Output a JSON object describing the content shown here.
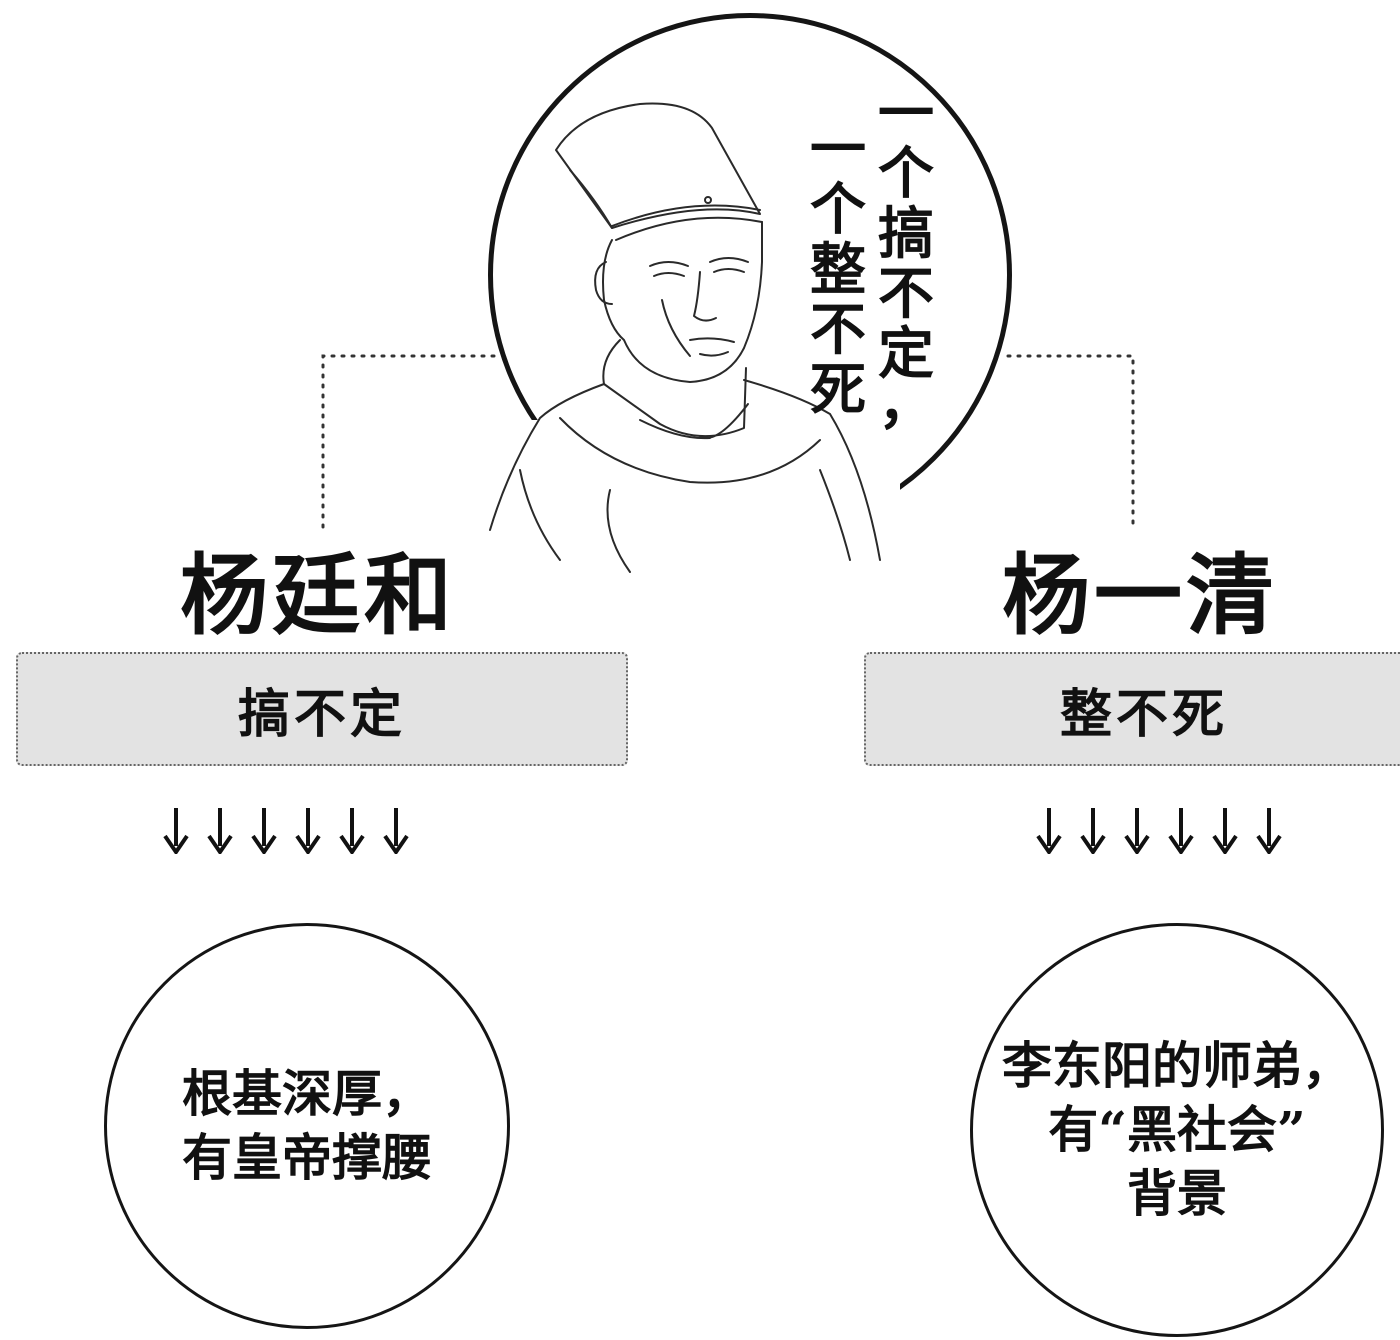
{
  "slogan": {
    "column_1": "一个搞不定，",
    "column_2": "一个整不死"
  },
  "left": {
    "name": "杨廷和",
    "trait": "搞不定",
    "arrows": 6,
    "reason_lines": [
      "根基深厚，",
      "有皇帝撑腰"
    ]
  },
  "right": {
    "name": "杨一清",
    "trait": "整不死",
    "arrows": 6,
    "reason_lines": [
      "李东阳的师弟，",
      "有“黑社会”",
      "背景"
    ]
  }
}
